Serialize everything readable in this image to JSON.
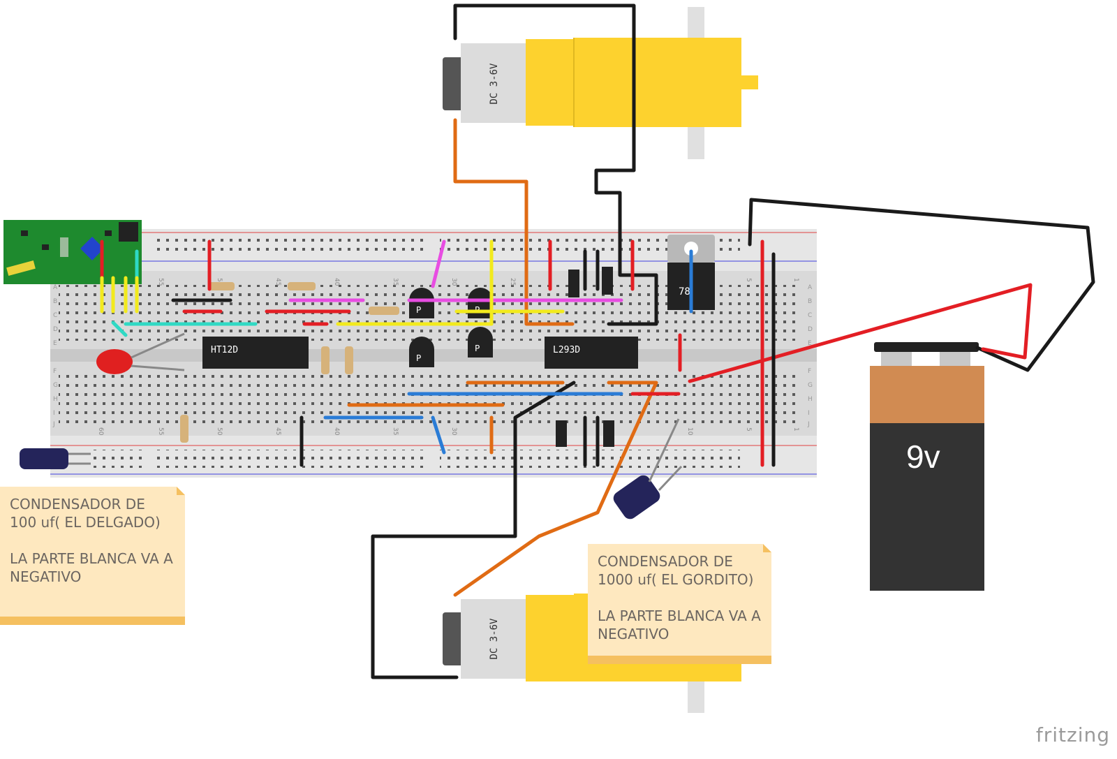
{
  "notes": {
    "left": {
      "line1": "CONDENSADOR DE\n100 uf( EL DELGADO)",
      "line2": "LA PARTE BLANCA VA A\nNEGATIVO"
    },
    "right": {
      "line1": "CONDENSADOR DE\n1000 uf( EL GORDITO)",
      "line2": "LA PARTE BLANCA VA A\nNEGATIVO"
    }
  },
  "components": {
    "decoder_chip": "HT12D",
    "driver_chip": "L293D",
    "regulator": "78",
    "battery": "9v",
    "motor_top_label": "DC 3-6V",
    "motor_bottom_label": "DC 3-6V",
    "transistor_mark": "P"
  },
  "breadboard": {
    "column_numbers_top": [
      "55",
      "50",
      "45",
      "40",
      "35",
      "30",
      "25",
      "5",
      "1"
    ],
    "column_numbers_bottom": [
      "60",
      "55",
      "50",
      "45",
      "40",
      "35",
      "30",
      "10",
      "5",
      "1"
    ],
    "row_letters_left": [
      "A",
      "B",
      "C",
      "D",
      "E",
      "F",
      "G",
      "H",
      "I",
      "J"
    ],
    "row_letters_right": [
      "A",
      "B",
      "C",
      "D",
      "E",
      "F",
      "G",
      "H",
      "I",
      "J"
    ]
  },
  "colors": {
    "wire_red": "#e31e24",
    "wire_black": "#1a1a1a",
    "wire_orange": "#e06b14",
    "wire_yellow": "#f2ea1d",
    "wire_blue": "#2a7cd6",
    "wire_cyan": "#2fd9c4",
    "wire_magenta": "#e84de2",
    "motor_yellow": "#fdd22e",
    "note_bg": "#fee8bf"
  },
  "brand": "fritzing"
}
